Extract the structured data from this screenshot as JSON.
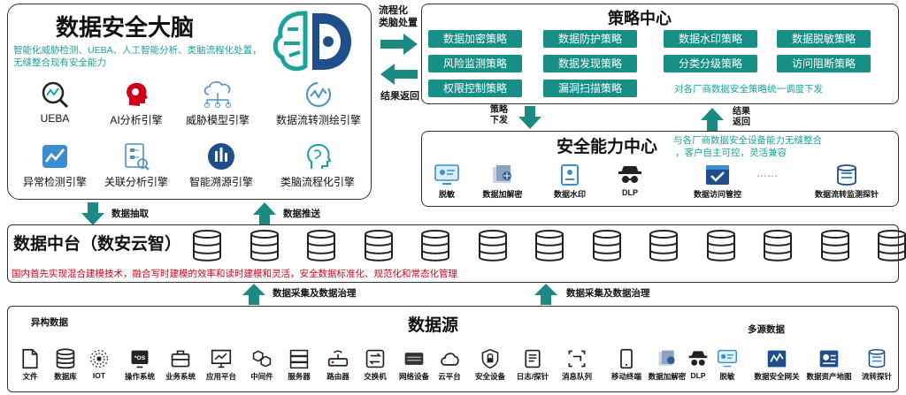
{
  "brain": {
    "title": "数据安全大脑",
    "desc_line1": "智能化威胁检测、UEBA、人工智能分析、类脑流程化处置，",
    "desc_line2": "无缝整合现有安全能力",
    "engines": [
      {
        "label": "UEBA",
        "icon": "ueba-icon"
      },
      {
        "label": "AI分析引擎",
        "icon": "ai-head-icon"
      },
      {
        "label": "威胁模型引擎",
        "icon": "threat-network-icon"
      },
      {
        "label": "数据流转测绘引擎",
        "icon": "dataflow-icon"
      },
      {
        "label": "异常检测引擎",
        "icon": "anomaly-chart-icon"
      },
      {
        "label": "关联分析引擎",
        "icon": "correlation-icon"
      },
      {
        "label": "智能溯源引擎",
        "icon": "trace-bars-icon"
      },
      {
        "label": "类脑流程化引擎",
        "icon": "brain-head-icon"
      }
    ]
  },
  "arrows": {
    "to_strategy": "流程化类脑处置",
    "to_strategy_l1": "流程化",
    "to_strategy_l2": "类脑处置",
    "result_back": "结果返回",
    "strategy_down_l1": "策略",
    "strategy_down_l2": "下发",
    "result_up_l1": "结果",
    "result_up_l2": "返回",
    "data_extract": "数据抽取",
    "data_push": "数据推送",
    "collect1": "数据采集及数据治理",
    "collect2": "数据采集及数据治理"
  },
  "strategy": {
    "title": "策略中心",
    "items": [
      "数据加密策略",
      "数据防护策略",
      "数据水印策略",
      "数据脱敏策略",
      "风险监测策略",
      "数据发现策略",
      "分类分级策略",
      "访问阻断策略",
      "权限控制策略",
      "漏洞扫描策略"
    ],
    "note": "对各厂商数据安全策略统一调度下发"
  },
  "capability": {
    "title": "安全能力中心",
    "note_l1": "与各厂商数据安全设备能力无缝整合",
    "note_l2": "，客户自主可控，灵活兼容",
    "items": [
      {
        "label": "脱敏",
        "icon": "desensitize-icon"
      },
      {
        "label": "数据加解密",
        "icon": "encrypt-icon"
      },
      {
        "label": "数据水印",
        "icon": "watermark-icon"
      },
      {
        "label": "DLP",
        "icon": "dlp-spy-icon"
      },
      {
        "label": "数据访问管控",
        "icon": "access-control-icon"
      },
      {
        "label": "数据流转监测探针",
        "icon": "probe-icon"
      }
    ],
    "ellipsis": "……"
  },
  "middle": {
    "title": "数据中台（数安云智）",
    "desc": "国内首先实现混合建模技术，融合写时建模的效率和读时建模和灵活，安全数据标准化、规范化和常态化管理",
    "db_count": 13
  },
  "source": {
    "title": "数据源",
    "hetero": "异构数据",
    "multi": "多源数据",
    "items": [
      {
        "label": "文件",
        "icon": "file-icon"
      },
      {
        "label": "数据库",
        "icon": "database-icon"
      },
      {
        "label": "IOT",
        "icon": "iot-icon"
      },
      {
        "label": "操作系统",
        "icon": "os-icon"
      },
      {
        "label": "业务系统",
        "icon": "briefcase-icon"
      },
      {
        "label": "应用平台",
        "icon": "monitor-icon"
      },
      {
        "label": "中间件",
        "icon": "middleware-icon"
      },
      {
        "label": "服务器",
        "icon": "server-icon"
      },
      {
        "label": "路由器",
        "icon": "router-icon"
      },
      {
        "label": "交换机",
        "icon": "switch-icon"
      },
      {
        "label": "网络设备",
        "icon": "network-device-icon"
      },
      {
        "label": "云平台",
        "icon": "cloud-icon"
      },
      {
        "label": "安全设备",
        "icon": "shield-lock-icon"
      },
      {
        "label": "日志/探针",
        "icon": "log-icon"
      },
      {
        "label": "消息队列",
        "icon": "queue-icon"
      },
      {
        "label": "移动终端",
        "icon": "mobile-icon"
      },
      {
        "label": "数据加解密",
        "icon": "encrypt-icon"
      },
      {
        "label": "DLP",
        "icon": "dlp-spy-icon"
      },
      {
        "label": "脱敏",
        "icon": "desensitize-icon"
      },
      {
        "label": "数据安全网关",
        "icon": "gateway-icon"
      },
      {
        "label": "数据资产地图",
        "icon": "asset-map-icon"
      },
      {
        "label": "流转探针",
        "icon": "probe-icon"
      }
    ]
  },
  "colors": {
    "teal": "#178f87",
    "teal_text": "#1aa39a",
    "red_text": "#d0021b",
    "arrow": "#1a8a82"
  }
}
